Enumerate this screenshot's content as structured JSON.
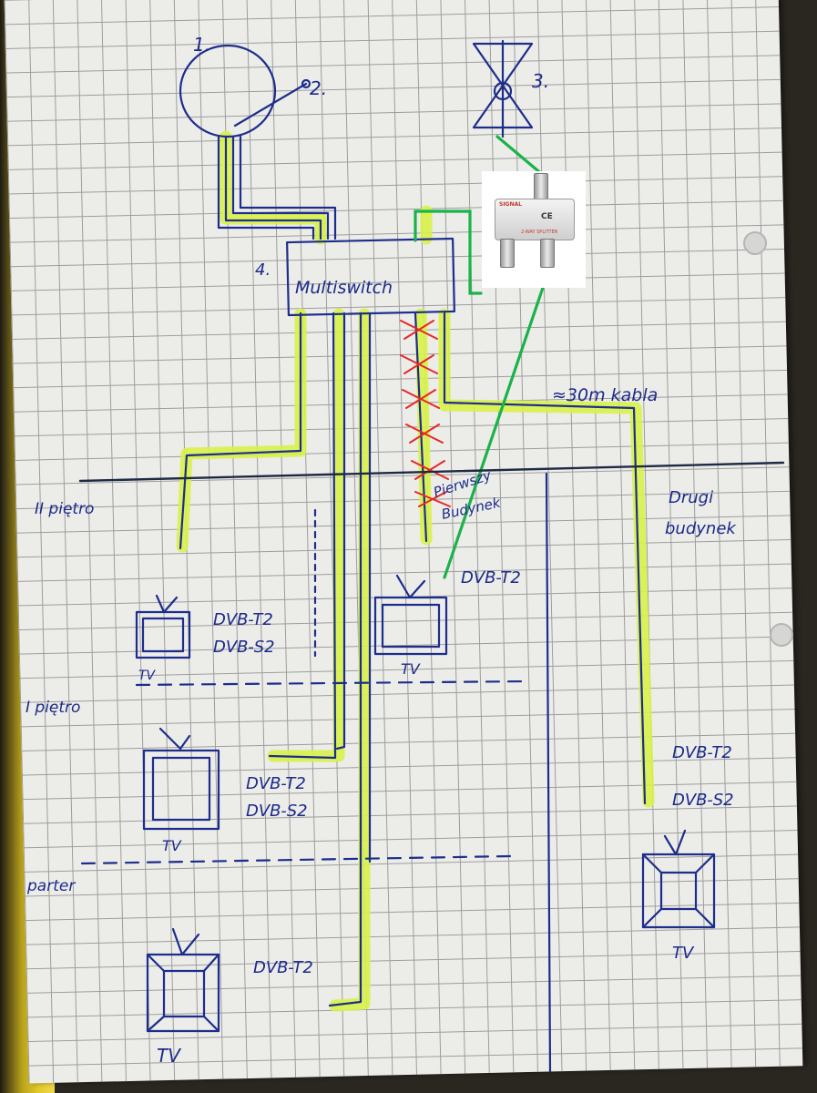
{
  "labels": {
    "dish_number": "1.",
    "lnb_number": "2.",
    "antenna_number": "3.",
    "multiswitch_number": "4.",
    "multiswitch": "Multiswitch",
    "cable_length": "≈30m kabla",
    "floor_2": "II piętro",
    "floor_1": "I piętro",
    "ground": "parter",
    "first_building_line1": "Pierwszy",
    "first_building_line2": "Budynek",
    "second_building_line1": "Drugi",
    "second_building_line2": "budynek"
  },
  "tv_sets": [
    {
      "id": "tv-floor2-left",
      "label": "TV",
      "signals": [
        "DVB-T2",
        "DVB-S2"
      ]
    },
    {
      "id": "tv-floor2-center",
      "label": "TV",
      "signals": [
        "DVB-T2"
      ]
    },
    {
      "id": "tv-floor1",
      "label": "TV",
      "signals": [
        "DVB-T2",
        "DVB-S2"
      ]
    },
    {
      "id": "tv-ground",
      "label": "TV",
      "signals": [
        "DVB-T2"
      ]
    },
    {
      "id": "tv-second-building",
      "label": "TV",
      "signals": [
        "DVB-T2",
        "DVB-S2"
      ]
    }
  ],
  "splitter": {
    "brand": "SIGNAL",
    "ce_mark": "CE",
    "model": "2-WAY SPLITTER"
  },
  "colors": {
    "ink": "#1d2d8c",
    "highlighter": "#d8f24a",
    "green_wire": "#1ab34a",
    "red_cross": "#e52828",
    "binder": "#e3c92b"
  }
}
